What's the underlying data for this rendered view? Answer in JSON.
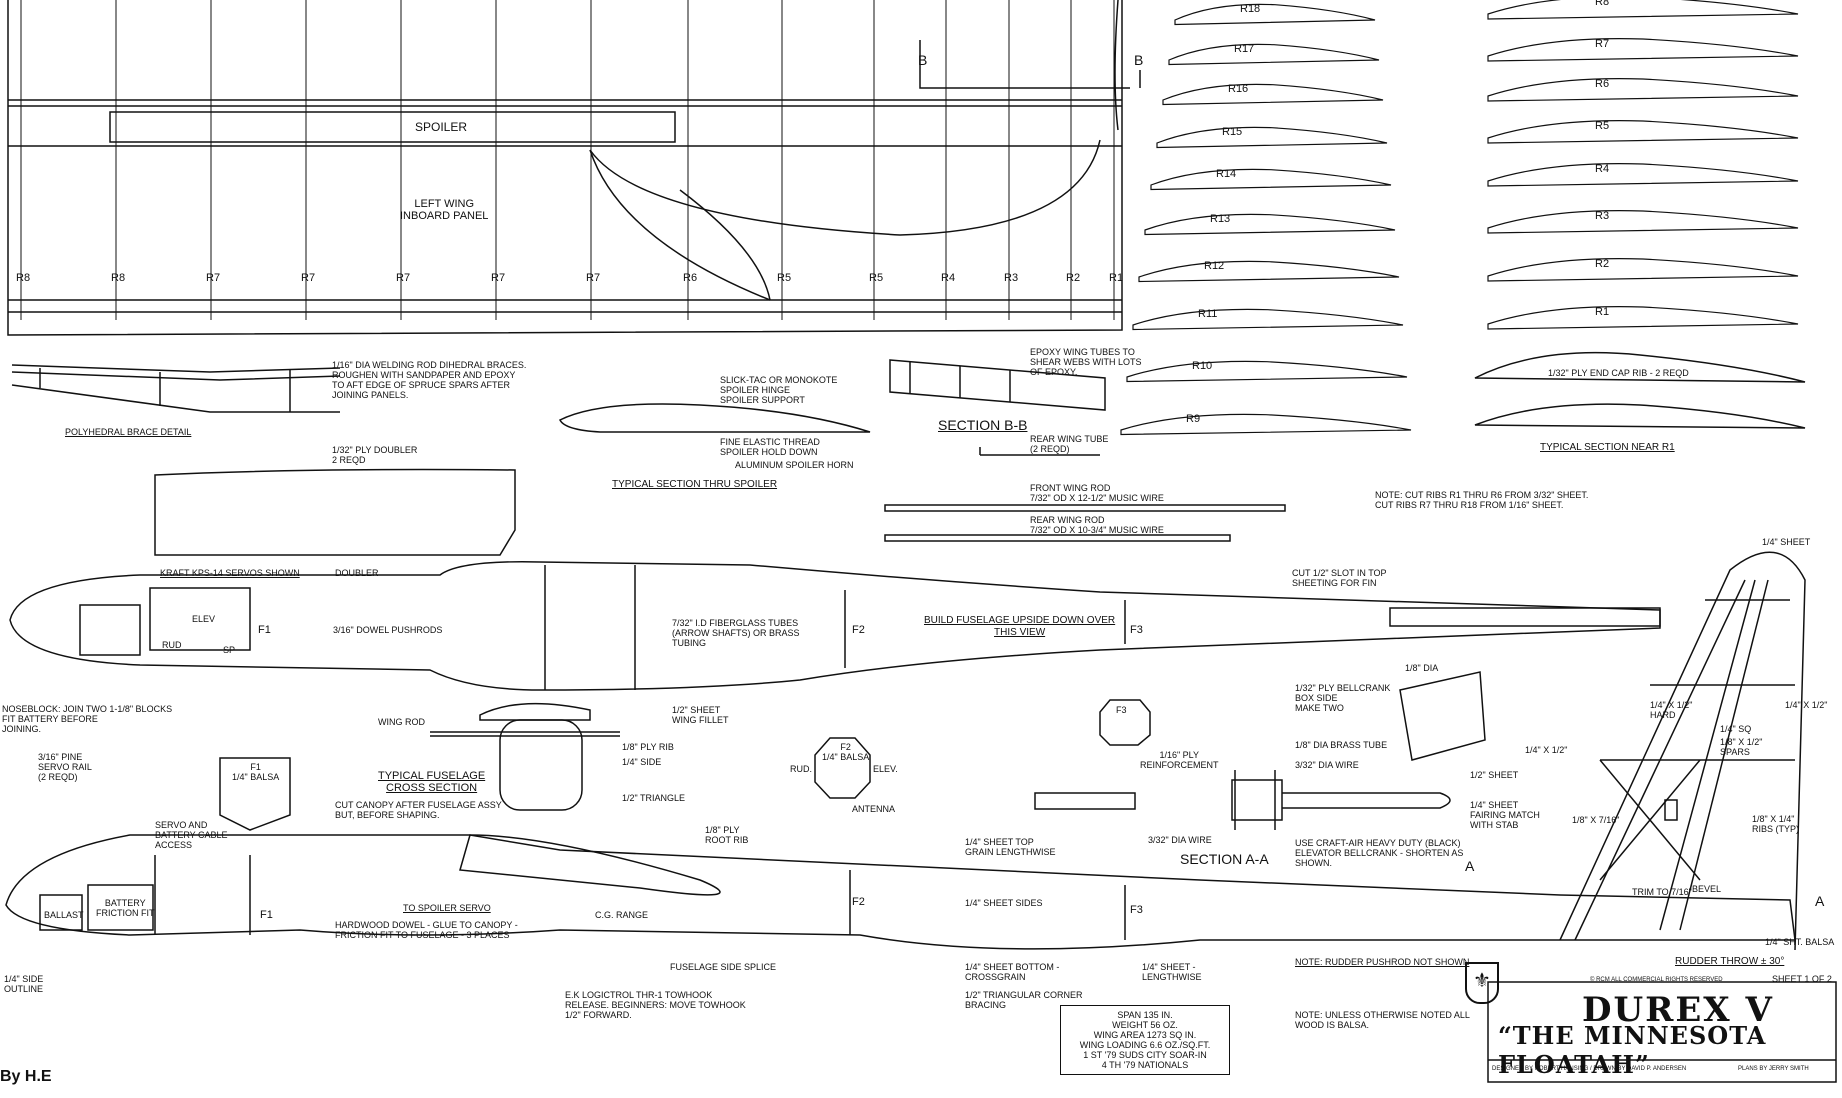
{
  "wing": {
    "spoiler_label": "SPOILER",
    "panel_label": "LEFT WING\nINBOARD PANEL",
    "section_marker": "B",
    "rib_labels": [
      "R8",
      "R8",
      "R7",
      "R7",
      "R7",
      "R7",
      "R7",
      "R6",
      "R5",
      "R5",
      "R4",
      "R3",
      "R2",
      "R1"
    ]
  },
  "ribs_left": [
    "R18",
    "R17",
    "R16",
    "R15",
    "R14",
    "R13",
    "R12",
    "R11",
    "R10",
    "R9"
  ],
  "ribs_right": [
    "R8",
    "R7",
    "R6",
    "R5",
    "R4",
    "R3",
    "R2",
    "R1"
  ],
  "notes": {
    "polyhedral_detail": "POLYHEDRAL BRACE DETAIL",
    "welding_rod": "1/16\" DIA WELDING ROD DIHEDRAL BRACES.\nROUGHEN WITH SANDPAPER AND EPOXY\nTO AFT EDGE OF SPRUCE SPARS AFTER\nJOINING PANELS.",
    "slick_tac": "SLICK-TAC OR MONOKOTE\nSPOILER HINGE",
    "spoiler_support": "SPOILER SUPPORT",
    "fine_elastic": "FINE ELASTIC THREAD\nSPOILER HOLD DOWN",
    "aluminum_horn": "ALUMINUM SPOILER HORN",
    "typical_section_spoiler": "TYPICAL SECTION THRU SPOILER",
    "epoxy_tubes": "EPOXY WING TUBES TO\nSHEAR WEBS WITH LOTS\nOF EPOXY.",
    "section_bb": "SECTION B-B",
    "rear_wing_tube": "REAR WING TUBE\n(2 REQD)",
    "front_wing_rod": "FRONT WING ROD\n7/32\" OD X 12-1/2\" MUSIC WIRE",
    "rear_wing_rod": "REAR WING ROD\n7/32\" OD X 10-3/4\" MUSIC WIRE",
    "end_cap": "1/32\" PLY END CAP RIB - 2 REQD",
    "typical_near_r1": "TYPICAL SECTION NEAR R1",
    "note_ribs": "NOTE: CUT RIBS R1 THRU R6 FROM 3/32\" SHEET.\nCUT RIBS R7 THRU R18 FROM 1/16\" SHEET.",
    "ply_doubler": "1/32\" PLY DOUBLER\n2 REQD",
    "kraft_servos": "KRAFT KPS-14 SERVOS SHOWN",
    "doubler": "DOUBLER",
    "dowel_pushrods": "3/16\" DOWEL PUSHRODS",
    "fiberglass_tubes": "7/32\" I.D FIBERGLASS TUBES\n(ARROW SHAFTS) OR BRASS\nTUBING",
    "build_upside": "BUILD FUSELAGE UPSIDE DOWN OVER\nTHIS VIEW",
    "cut_slot": "CUT 1/2\" SLOT IN TOP\nSHEETING FOR FIN",
    "quarter_sheet_top": "1/4\" SHEET",
    "noseblock": "NOSEBLOCK: JOIN TWO 1-1/8\" BLOCKS\nFIT BATTERY            BEFORE\nJOINING.",
    "pine_servo_rail": "3/16\" PINE\nSERVO RAIL\n(2 REQD)",
    "wing_rod": "WING ROD",
    "half_sheet_fillet": "1/2\" SHEET\nWING FILLET",
    "ply_rib": "1/8\" PLY RIB",
    "quarter_side": "1/4\" SIDE",
    "half_triangle": "1/2\" TRIANGLE",
    "typical_fuselage": "TYPICAL FUSELAGE\nCROSS SECTION",
    "f1_balsa": "F1\n1/4\" BALSA",
    "f2_balsa": "F2\n1/4\" BALSA",
    "rud": "RUD.",
    "elev": "ELEV.",
    "antenna": "ANTENNA",
    "f3": "F3",
    "ply_bellcrank": "1/32\" PLY BELLCRANK\nBOX SIDE\nMAKE TWO",
    "eighth_dia": "1/8\" DIA",
    "sixteenth_ply_reinf": "1/16\" PLY\nREINFORCEMENT",
    "brass_tube": "1/8\" DIA BRASS TUBE",
    "dia_wire_top": "3/32\" DIA WIRE",
    "dia_wire_bottom": "3/32\" DIA WIRE",
    "section_aa": "SECTION A-A",
    "craft_air": "USE CRAFT-AIR HEAVY DUTY (BLACK)\nELEVATOR BELLCRANK - SHORTEN AS\nSHOWN.",
    "quarter_x_half_hard": "1/4\" X 1/2\"\nHARD",
    "quarter_x_half_sq": "1/4\" X 1/2\"",
    "quarter_sq": "1/4\" SQ",
    "eighth_spars": "1/8\" X 1/2\"\nSPARS",
    "quarter_x_half": "1/4\" X 1/2\"",
    "half_sheet": "1/2\" SHEET",
    "fairing": "1/4\" SHEET\nFAIRING MATCH\nWITH STAB",
    "eighth_x_seven": "1/8\" X 7/16\"",
    "eighth_ribs": "1/8\" X 1/4\"\nRIBS (TYP)",
    "trim": "TRIM TO 7/16\"",
    "bevel": "BEVEL",
    "sht_balsa": "1/4\" SHT. BALSA",
    "rudder_throw": "RUDDER THROW ± 30°",
    "servo_access": "SERVO AND\nBATTERY CABLE\nACCESS",
    "cut_canopy": "CUT CANOPY AFTER FUSELAGE ASSY\nBUT, BEFORE SHAPING.",
    "eighth_ply_root": "1/8\" PLY\nROOT RIB",
    "quarter_top_grain": "1/4\" SHEET TOP\nGRAIN LENGTHWISE",
    "quarter_sides": "1/4\" SHEET SIDES",
    "battery": "BATTERY\nFRICTION FIT",
    "ballast": "BALLAST",
    "to_spoiler_servo": "TO SPOILER SERVO",
    "cg_range": "C.G. RANGE",
    "hardwood_dowel": "HARDWOOD DOWEL - GLUE TO CANOPY -\nFRICTION FIT TO FUSELAGE - 3 PLACES",
    "fuselage_splice": "FUSELAGE SIDE SPLICE",
    "quarter_bottom": "1/4\" SHEET BOTTOM -\nCROSSGRAIN",
    "quarter_lengthwise": "1/4\" SHEET -\nLENGTHWISE",
    "half_triangular": "1/2\" TRIANGULAR CORNER\nBRACING",
    "towhook": "E.K LOGICTROL THR-1 TOWHOOK\nRELEASE. BEGINNERS: MOVE TOWHOOK\n1/2\" FORWARD.",
    "side_outline": "1/4\" SIDE\nOUTLINE",
    "note_rudder": "NOTE: RUDDER PUSHROD NOT SHOWN",
    "note_unless": "NOTE: UNLESS OTHERWISE NOTED ALL\nWOOD IS BALSA.",
    "by": "By H.E"
  },
  "fuselage": {
    "elev": "ELEV",
    "rud": "RUD",
    "sp": "SP",
    "f1": "F1",
    "f2": "F2",
    "f3": "F3",
    "section_a": "A"
  },
  "specs": "SPAN 135 IN.\nWEIGHT 56 OZ.\nWING AREA 1273 SQ IN.\nWING LOADING 6.6 OZ./SQ.FT.\n1 ST  '79 SUDS CITY SOAR-IN\n4 TH  '79 NATIONALS",
  "title": {
    "name": "DUREX V",
    "subtitle": "“THE MINNESOTA FLOATAH”",
    "rights": "© RCM ALL COMMERCIAL RIGHTS RESERVED",
    "sheet": "SHEET 1 OF 2",
    "credits": "DESIGNED BY ROBERT HANSING / DRAWN BY DAVID P. ANDERSEN",
    "plans_by": "PLANS BY  JERRY SMITH"
  }
}
